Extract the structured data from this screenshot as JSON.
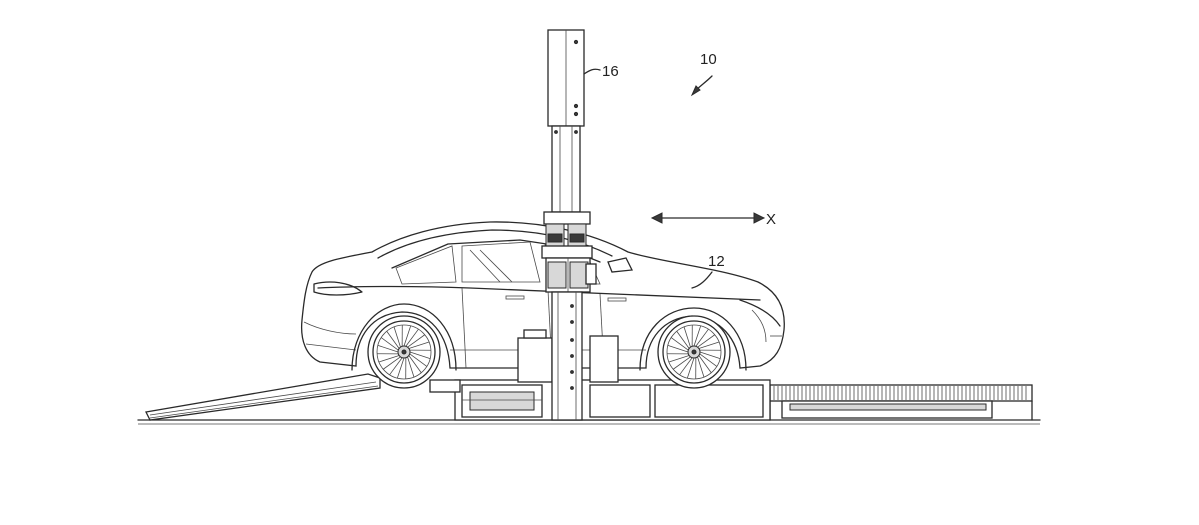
{
  "labels": {
    "system": "10",
    "vehicle": "12",
    "column": "16",
    "axis": "X"
  }
}
